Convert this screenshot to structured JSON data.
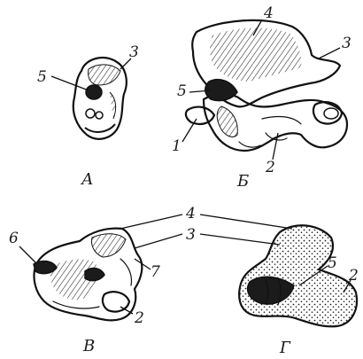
{
  "panels": {
    "a": {
      "caption": "А",
      "labels": {
        "l3": "3",
        "l5": "5"
      }
    },
    "b": {
      "caption": "Б",
      "labels": {
        "l1": "1",
        "l2": "2",
        "l3": "3",
        "l4": "4",
        "l5": "5"
      }
    },
    "v": {
      "caption": "В",
      "labels": {
        "l2": "2",
        "l6": "6",
        "l7": "7"
      }
    },
    "g": {
      "caption": "Г",
      "labels": {
        "l2": "2",
        "l5": "5"
      }
    },
    "shared": {
      "l3": "3",
      "l4": "4"
    }
  }
}
